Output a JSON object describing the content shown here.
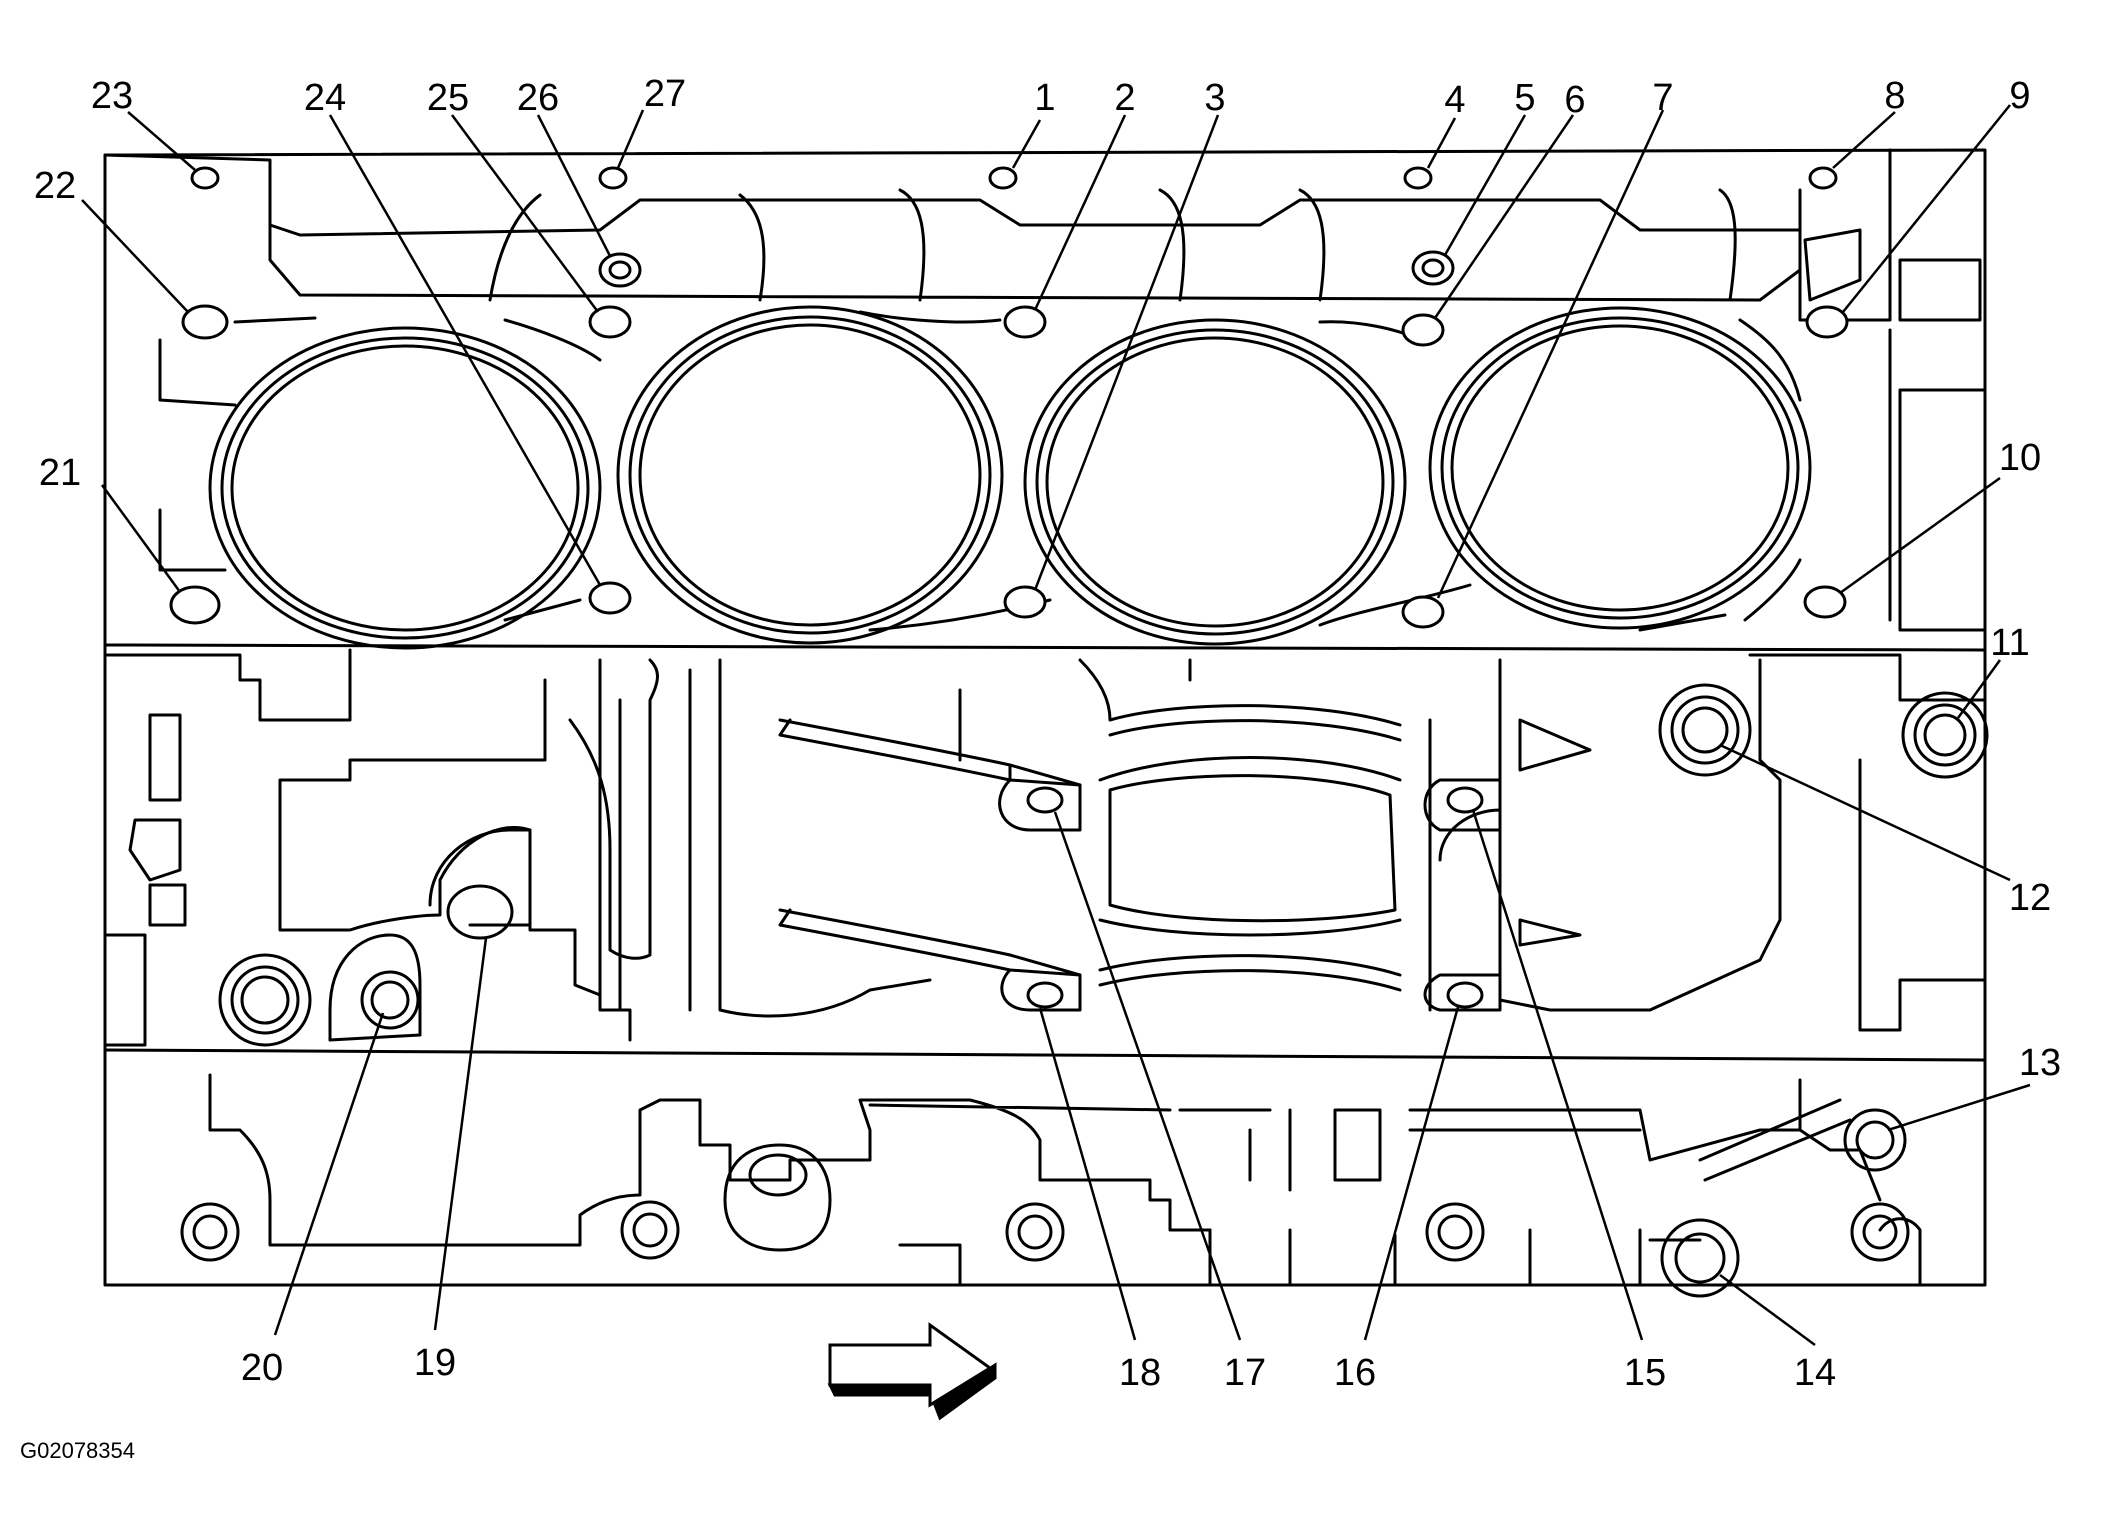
{
  "figure_id": "G02078354",
  "callouts": [
    "1",
    "2",
    "3",
    "4",
    "5",
    "6",
    "7",
    "8",
    "9",
    "10",
    "11",
    "12",
    "13",
    "14",
    "15",
    "16",
    "17",
    "18",
    "19",
    "20",
    "21",
    "22",
    "23",
    "24",
    "25",
    "26",
    "27"
  ],
  "direction_arrow": "arrow-right-icon"
}
